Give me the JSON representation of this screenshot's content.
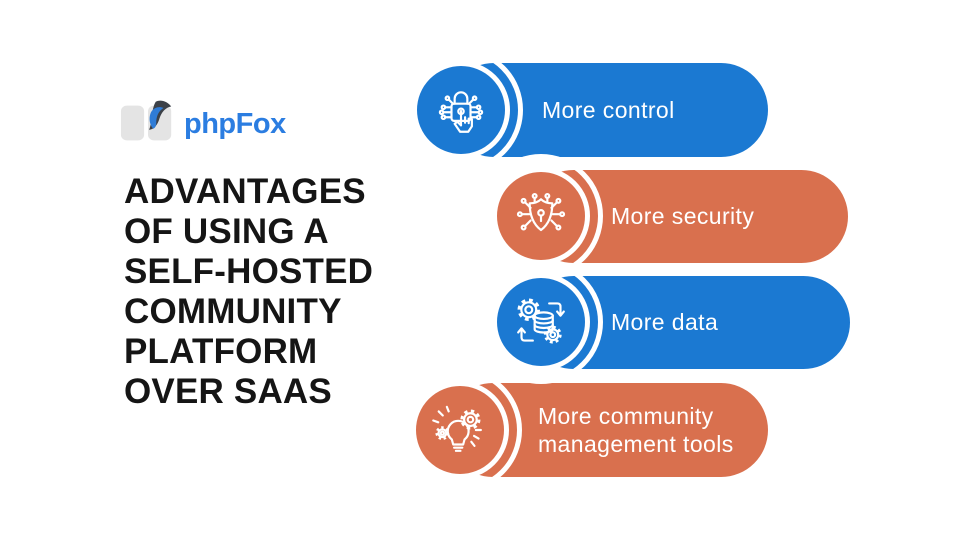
{
  "colors": {
    "blue": "#1b79d2",
    "orange": "#d9704e",
    "ink": "#151515",
    "brand": "#2b7de1"
  },
  "logo": {
    "text": "phpFox"
  },
  "title": {
    "lines": [
      "ADVANTAGES",
      "OF USING A",
      "SELF-HOSTED",
      "COMMUNITY",
      "PLATFORM",
      "OVER SAAS"
    ]
  },
  "banners": [
    {
      "label": "More control",
      "color": "blue",
      "icon": "lock-circuit-hand-icon"
    },
    {
      "label": "More security",
      "color": "orange",
      "icon": "shield-circuit-icon"
    },
    {
      "label": "More data",
      "color": "blue",
      "icon": "gears-database-icon"
    },
    {
      "label": "More community management tools",
      "color": "orange",
      "icon": "bulb-gear-icon"
    }
  ]
}
